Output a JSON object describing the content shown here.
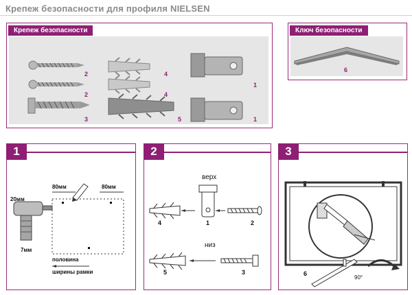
{
  "page_title": "Крепеж безопасности для профиля NIELSEN",
  "panel_fasteners": {
    "title": "Крепеж безопасности",
    "labels": {
      "screw1": "2",
      "screw2": "2",
      "screw3": "3",
      "dowel1": "4",
      "dowel2": "4",
      "dowel3": "5",
      "bracket1": "1",
      "bracket2": "1"
    }
  },
  "panel_key": {
    "title": "Ключ безопасности",
    "label": "6"
  },
  "step1": {
    "badge": "1",
    "dim_top_left": "80мм",
    "dim_top_right": "80мм",
    "dim_left_top": "20мм",
    "dim_left_bottom": "7мм",
    "note_line1": "половина",
    "note_line2": "ширины рамки"
  },
  "step2": {
    "badge": "2",
    "top_word": "верх",
    "bottom_word": "низ",
    "labels_top": [
      "4",
      "1",
      "2"
    ],
    "labels_bottom": [
      "5",
      "3"
    ]
  },
  "step3": {
    "badge": "3",
    "label_key": "6",
    "angle": "90°"
  },
  "colors": {
    "accent": "#8e1f74",
    "panel_bg": "#e6e6e6",
    "title_grey": "#8a8a8a"
  }
}
